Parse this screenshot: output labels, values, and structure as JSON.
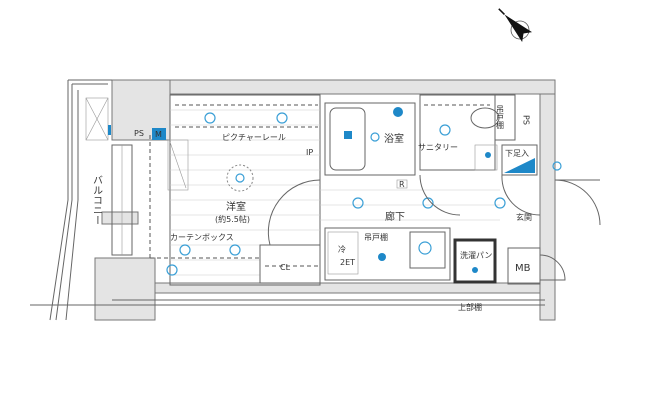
{
  "labels": {
    "balcony": "バルコニー",
    "ps_left": "PS",
    "m_box": "M",
    "picture_rail": "ピクチャーレール",
    "western_room": "洋室",
    "western_room_size": "(約5.5帖)",
    "curtain_box": "カーテンボックス",
    "closet": "CL",
    "bathroom": "浴室",
    "sanitary": "サニタリー",
    "ps_right": "PS",
    "hanging_cupboard_toilet": "吊戸棚",
    "shoe_box": "下足入",
    "entrance": "玄関",
    "hallway": "廊下",
    "fridge": "冷",
    "stove": "2ET",
    "hanging_cupboard": "吊戸棚",
    "washer_pan": "洗濯パン",
    "mb": "MB",
    "upper_shelf": "上部棚",
    "ip": "IP",
    "r": "R"
  },
  "compass": {
    "icon": "north-arrow-icon",
    "direction": "upper-left"
  },
  "colors": {
    "fixture": "#1e88c8",
    "wall": "#e4e4e4"
  }
}
